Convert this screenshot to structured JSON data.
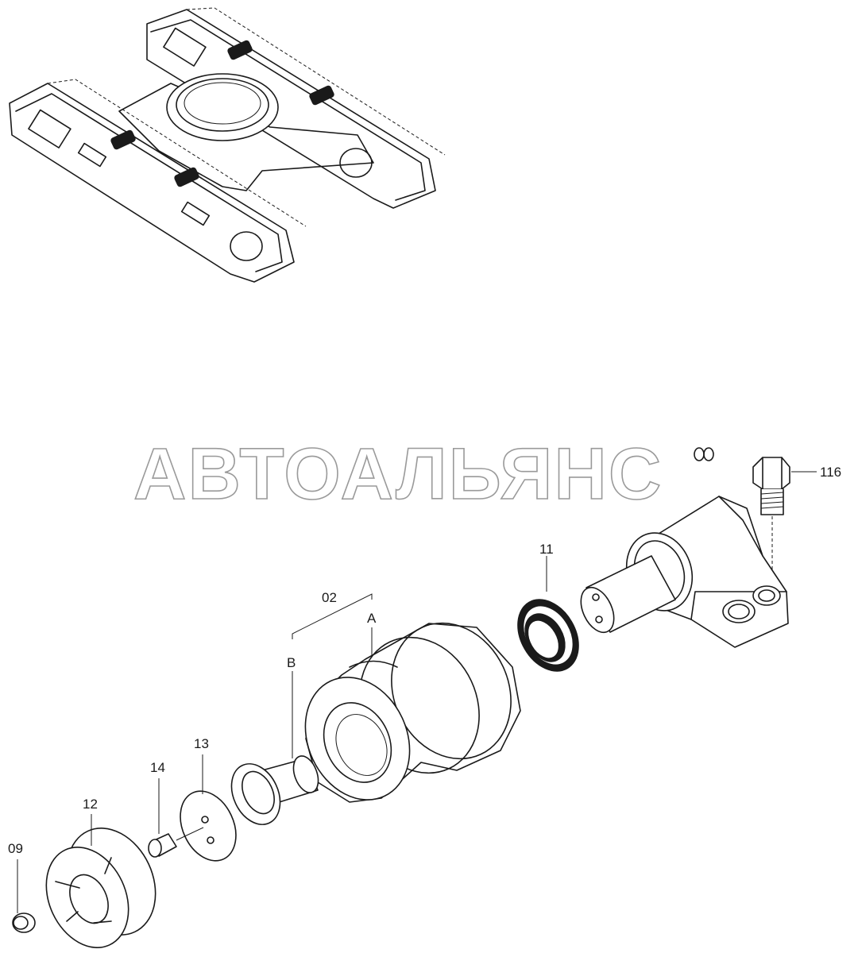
{
  "watermark": "АВТОАЛЬЯНС",
  "parts": {
    "p116": "116",
    "p11": "11",
    "p02": "02",
    "pA": "A",
    "pB": "B",
    "p13": "13",
    "p14": "14",
    "p12": "12",
    "p09": "09"
  }
}
